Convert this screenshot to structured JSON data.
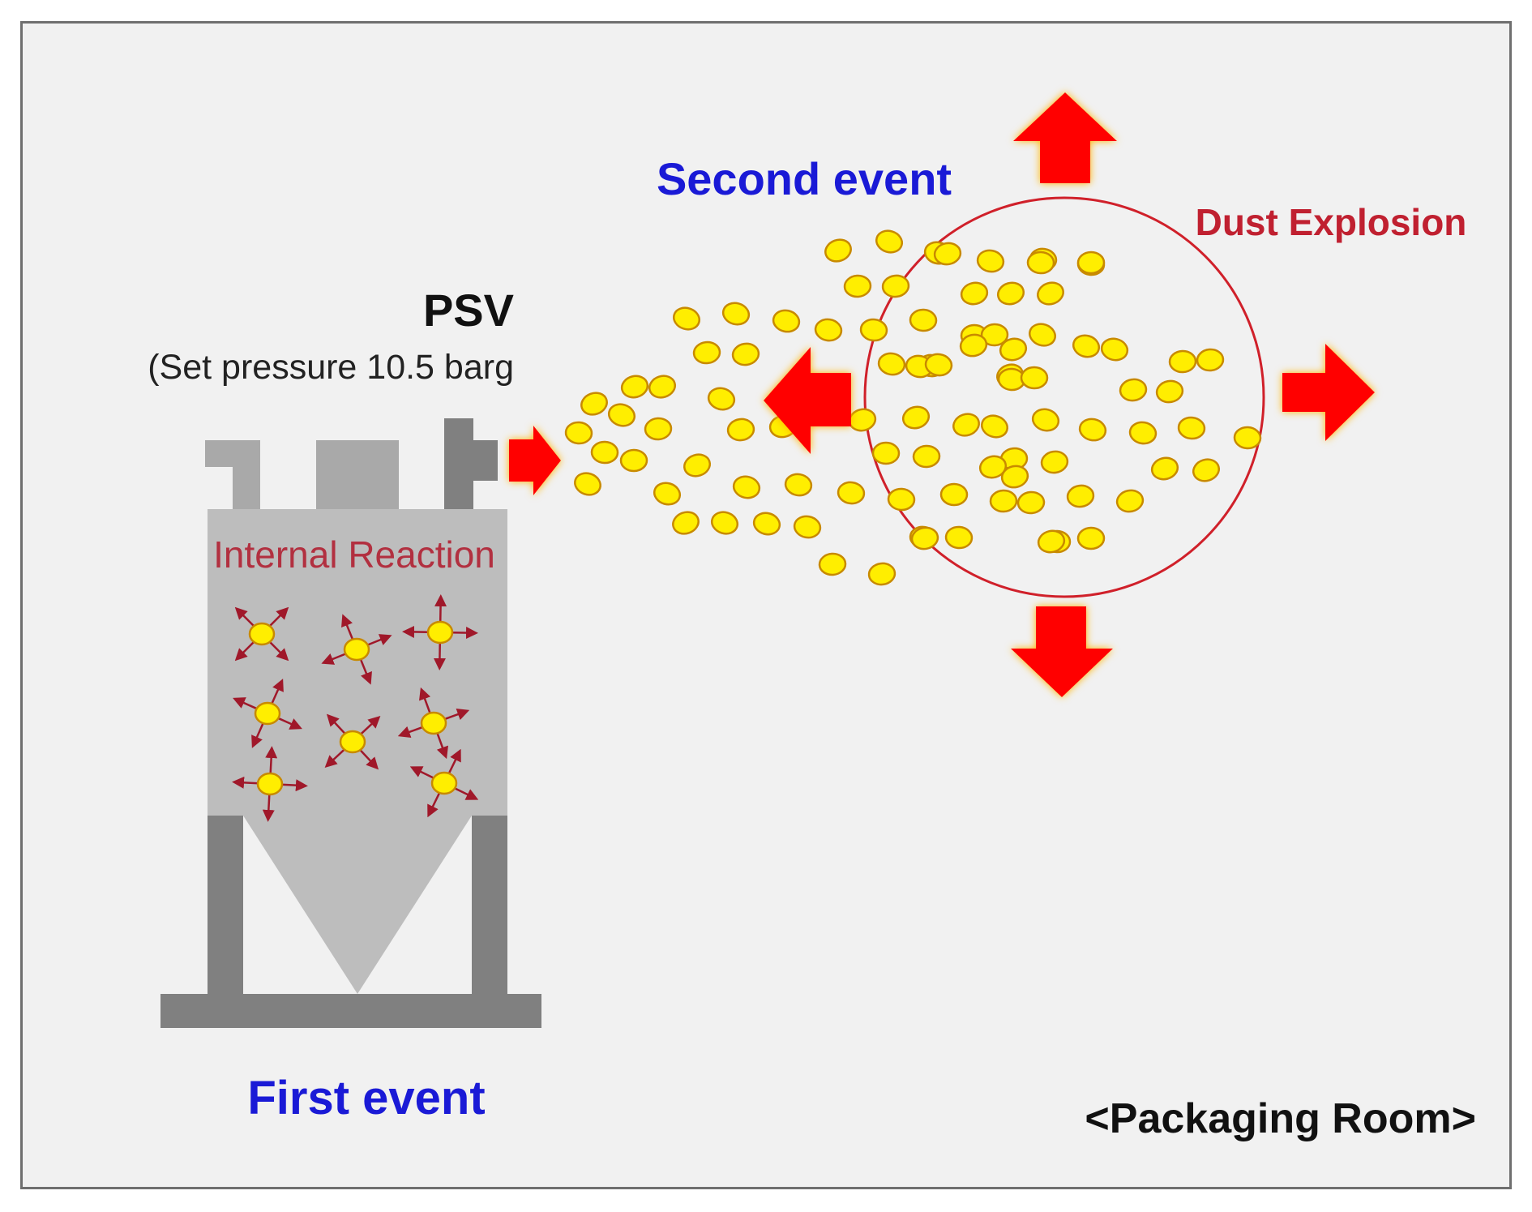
{
  "labels": {
    "psv_title": "PSV",
    "psv_setpoint": "(Set pressure 10.5 barg",
    "internal_reaction": "Internal Reaction",
    "first_event": "First event",
    "second_event": "Second event",
    "dust_explosion": "Dust Explosion",
    "location": "<Packaging Room>"
  },
  "colors": {
    "background": "#f1f1f1",
    "frame_border": "#6f6f6f",
    "vessel_body": "#bdbdbd",
    "vessel_structure": "#808080",
    "nozzle": "#a9a9a9",
    "particle_fill": "#ffee00",
    "particle_stroke": "#c88a00",
    "arrow_red": "#ff0000",
    "arrow_glow": "#ffb300",
    "explosion_circle": "#d0202a",
    "text_blue": "#1a1ad6",
    "text_red": "#c02030",
    "text_dark": "#111111",
    "reaction_arrow": "#a0182a"
  },
  "icons": {
    "vessel": "dryer-vessel-icon",
    "reacting_particle": "reacting-particle-icon",
    "dust_particle": "dust-particle-icon",
    "flow_arrow": "flow-arrow-icon"
  }
}
